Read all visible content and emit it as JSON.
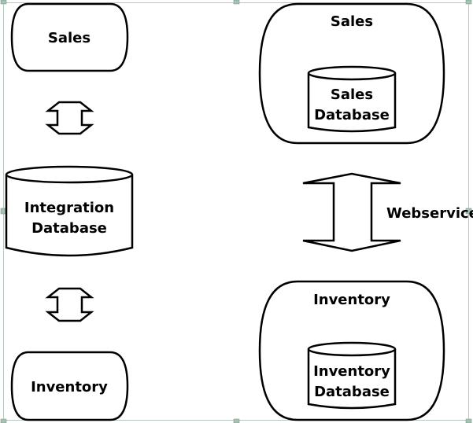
{
  "left": {
    "sales_label": "Sales",
    "integration_db_line1": "Integration",
    "integration_db_line2": "Database",
    "inventory_label": "Inventory"
  },
  "right": {
    "sales_label": "Sales",
    "sales_db_line1": "Sales",
    "sales_db_line2": "Database",
    "webservice_label": "Webservice",
    "inventory_label": "Inventory",
    "inventory_db_line1": "Inventory",
    "inventory_db_line2": "Database"
  },
  "colors": {
    "stroke": "#000000",
    "frame": "#b7c9bf",
    "handle": "#a7c3b4"
  }
}
